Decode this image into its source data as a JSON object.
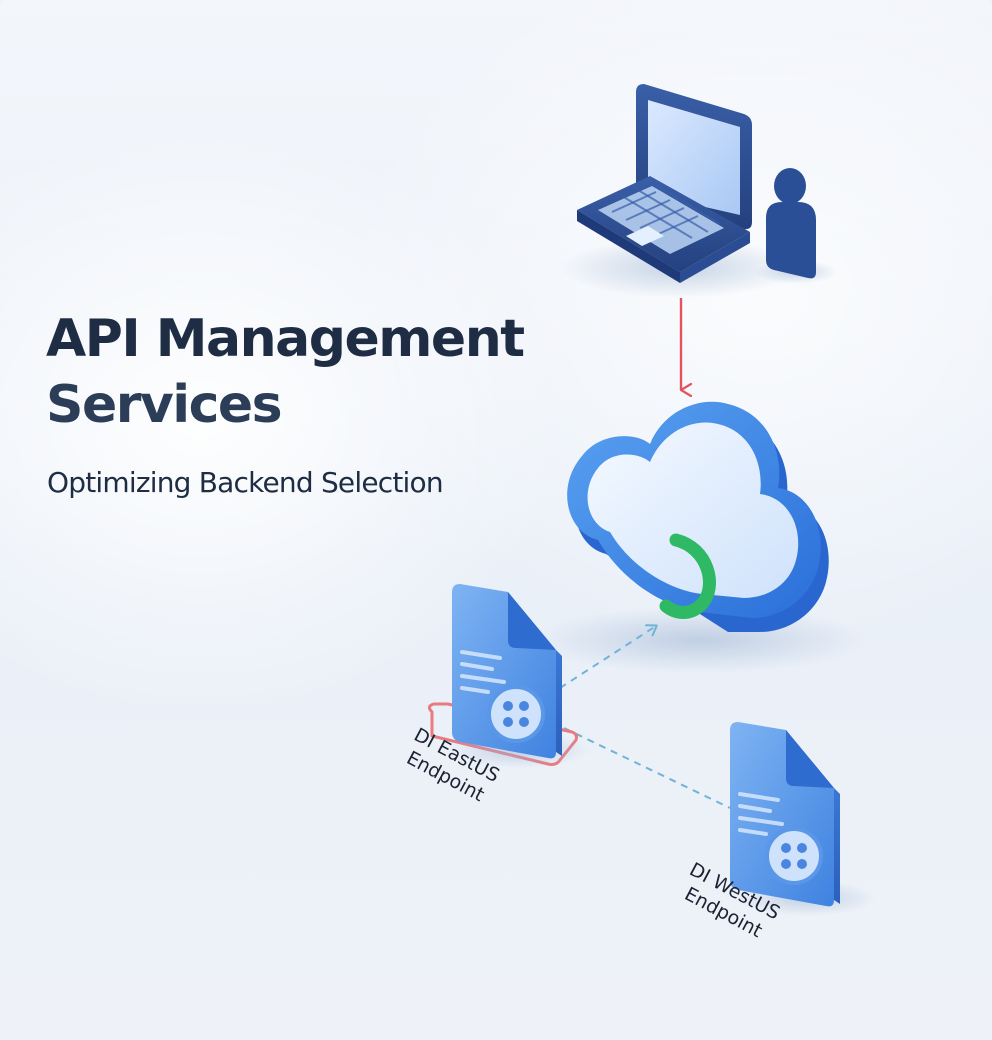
{
  "title": {
    "line1": "API Management",
    "line2": "Services"
  },
  "subtitle": "Optimizing Backend Selection",
  "endpoints": [
    {
      "line1": "DI EastUS",
      "line2": "Endpoint"
    },
    {
      "line1": "DI WestUS",
      "line2": "Endpoint"
    }
  ],
  "icons": [
    "laptop-icon",
    "user-icon",
    "cloud-icon",
    "document-server-icon"
  ],
  "colors": {
    "title": "#1f2d44",
    "request_arrow": "#e0555d",
    "highlight_box": "#e87a82",
    "routing_arc": "#2fb964",
    "dashed_connector": "#6fb3d6",
    "cloud_blue": "#3a86e8"
  }
}
